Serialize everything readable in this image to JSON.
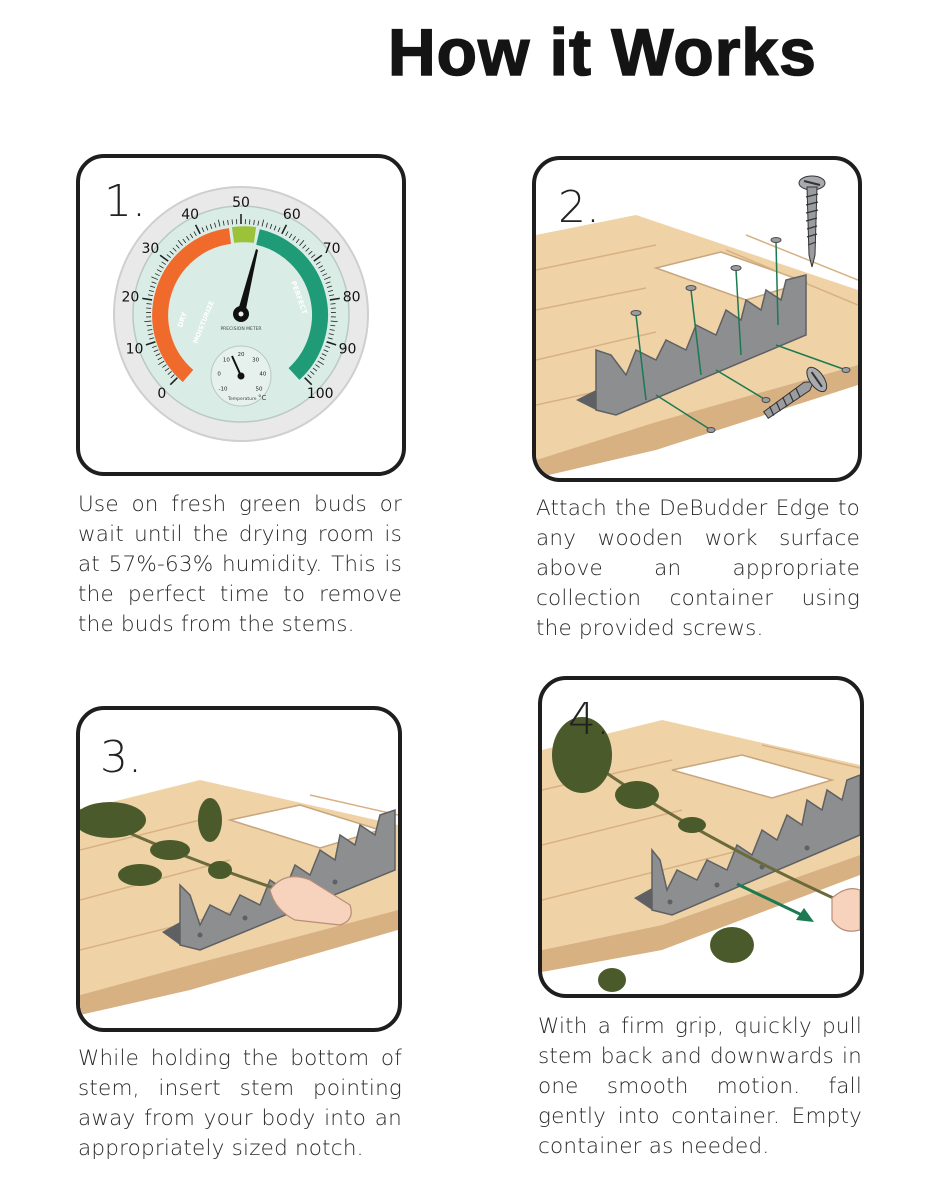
{
  "title": "How it Works",
  "steps": [
    {
      "number": "1.",
      "caption": "Use on fresh green buds or wait until the drying room is at 57%-63% humidity. This is the perfect time to remove the buds from the stems."
    },
    {
      "number": "2.",
      "caption": "Attach the DeBudder Edge to any wooden work surface above an appropriate collection container using the provided screws."
    },
    {
      "number": "3.",
      "caption": "While holding the bottom of stem, insert stem pointing away from your body into an appropriately sized notch."
    },
    {
      "number": "4.",
      "caption": "With a firm grip, quickly pull stem back and downwards in one smooth motion. fall gently into container. Empty container as needed."
    }
  ],
  "gauge": {
    "outer_ticks": [
      "0",
      "10",
      "20",
      "30",
      "40",
      "50",
      "60",
      "70",
      "80",
      "90",
      "100"
    ],
    "zones": [
      "DRY",
      "MOISTURIZE",
      "PERFECT"
    ],
    "inner_label": "PRECISION METER",
    "temp_ticks": [
      "-10",
      "0",
      "10",
      "20",
      "30",
      "40",
      "50"
    ],
    "temp_label": "Temperature",
    "temp_unit": "°C",
    "colors": {
      "dry": "#f06a2c",
      "perfect": "#1f9b78",
      "ideal": "#9cc23a",
      "face": "#d9ece6"
    }
  },
  "colors": {
    "wood": "#efd2a6",
    "wood_dark": "#d8b183",
    "steel": "#8c8e90",
    "steel_dark": "#5e6063",
    "arrow": "#1c7a52",
    "bud": "#4b5a2a"
  }
}
